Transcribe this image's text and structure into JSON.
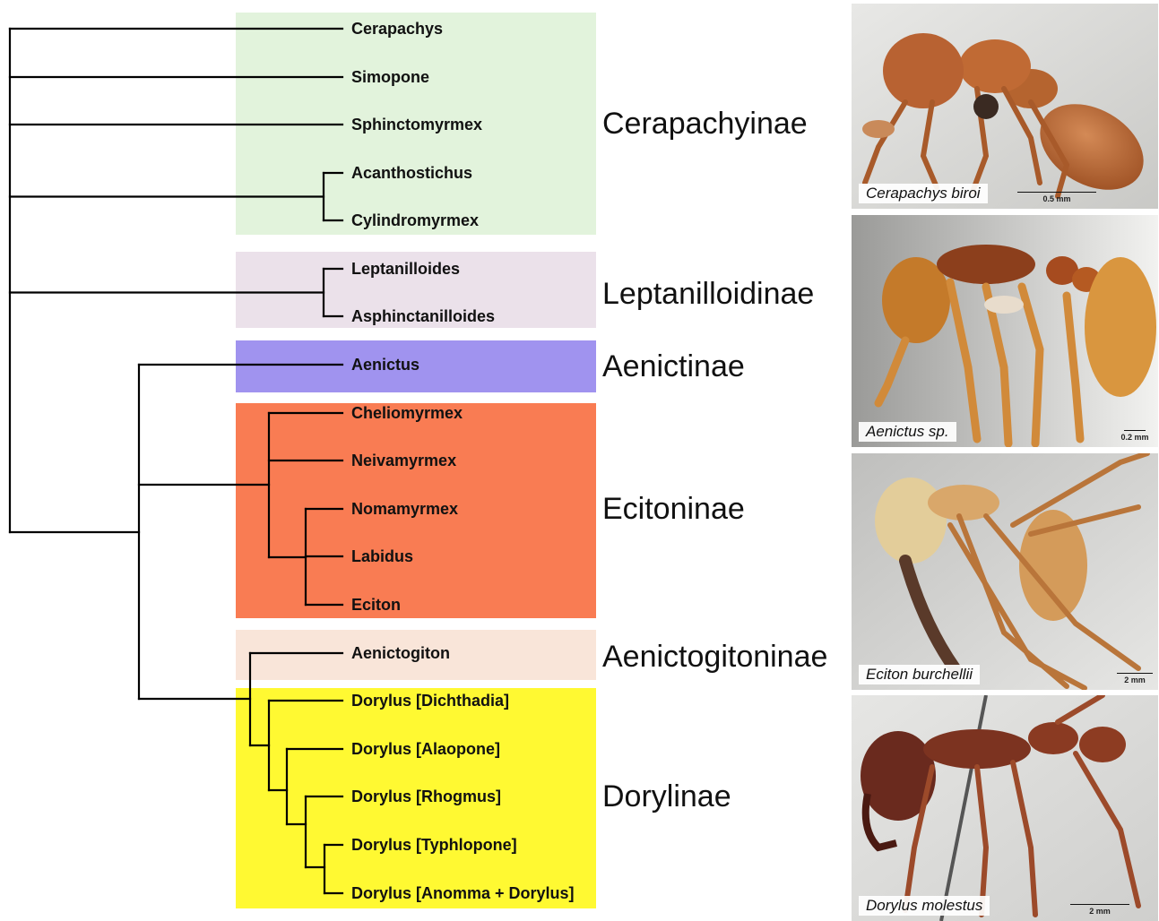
{
  "colors": {
    "cerapachyinae": "#e2f3dc",
    "leptanilloidinae": "#ebe1ea",
    "aenictinae": "#a093ef",
    "ecitoninae": "#f97c53",
    "aenictogitoninae": "#f9e5d9",
    "dorylinae": "#fff932",
    "branch": "#000000"
  },
  "subfamilies": {
    "cerapachyinae": "Cerapachyinae",
    "leptanilloidinae": "Leptanilloidinae",
    "aenictinae": "Aenictinae",
    "ecitoninae": "Ecitoninae",
    "aenictogitoninae": "Aenictogitoninae",
    "dorylinae": "Dorylinae"
  },
  "taxa": [
    "Cerapachys",
    "Simopone",
    "Sphinctomyrmex",
    "Acanthostichus",
    "Cylindromyrmex",
    "Leptanilloides",
    "Asphinctanilloides",
    "Aenictus",
    "Cheliomyrmex",
    "Neivamyrmex",
    "Nomamyrmex",
    "Labidus",
    "Eciton",
    "Aenictogiton",
    "Dorylus [Dichthadia]",
    "Dorylus [Alaopone]",
    "Dorylus [Rhogmus]",
    "Dorylus [Typhlopone]",
    "Dorylus [Anomma + Dorylus]"
  ],
  "photos": [
    {
      "caption": "Cerapachys biroi",
      "scale": "0.5 mm"
    },
    {
      "caption": "Aenictus sp.",
      "scale": "0.2 mm"
    },
    {
      "caption": "Eciton burchellii",
      "scale": "2 mm"
    },
    {
      "caption": "Dorylus molestus",
      "scale": "2 mm"
    }
  ]
}
